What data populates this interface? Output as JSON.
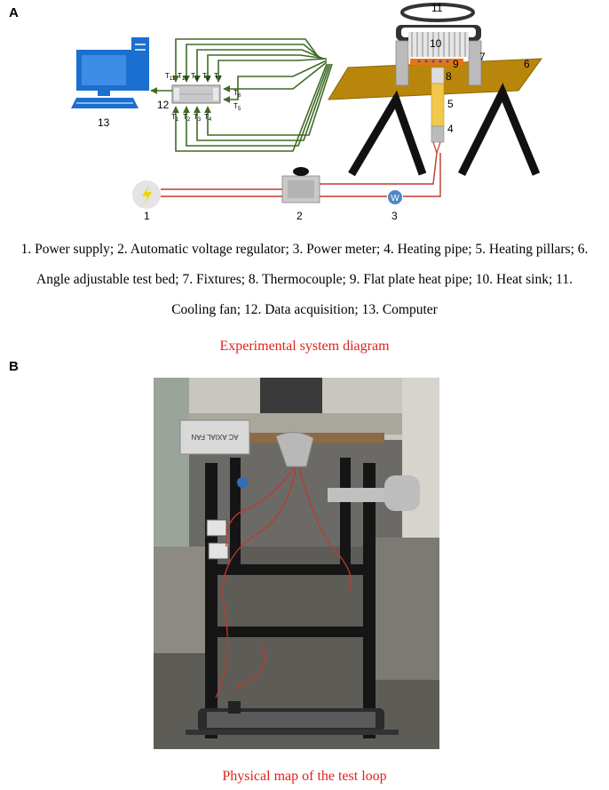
{
  "panel_a": {
    "label": "A",
    "component_numbers": [
      "1",
      "2",
      "3",
      "4",
      "5",
      "6",
      "7",
      "8",
      "9",
      "10",
      "11",
      "12",
      "13"
    ],
    "thermocouple_channels": [
      "T11",
      "T10",
      "T9",
      "T8",
      "T7",
      "T6",
      "T5",
      "T1",
      "T2",
      "T3",
      "T4"
    ],
    "power_meter_glyph": "W",
    "legend_lines": [
      "1. Power supply; 2. Automatic voltage regulator; 3. Power meter; 4. Heating pipe; 5. Heating pillars; 6.",
      "Angle adjustable test bed; 7. Fixtures; 8. Thermocouple; 9. Flat plate heat pipe; 10. Heat sink; 11.",
      "Cooling fan; 12. Data acquisition; 13. Computer"
    ],
    "caption": "Experimental system diagram"
  },
  "panel_b": {
    "label": "B",
    "fan_label": "AC AXIAL FAN",
    "caption": "Physical map of the test loop"
  },
  "colors": {
    "wire_green": "#3f6b25",
    "wire_red": "#c0392b",
    "test_bed": "#b8860b",
    "computer_blue": "#1b6fd0",
    "caption_red": "#e0201b"
  }
}
